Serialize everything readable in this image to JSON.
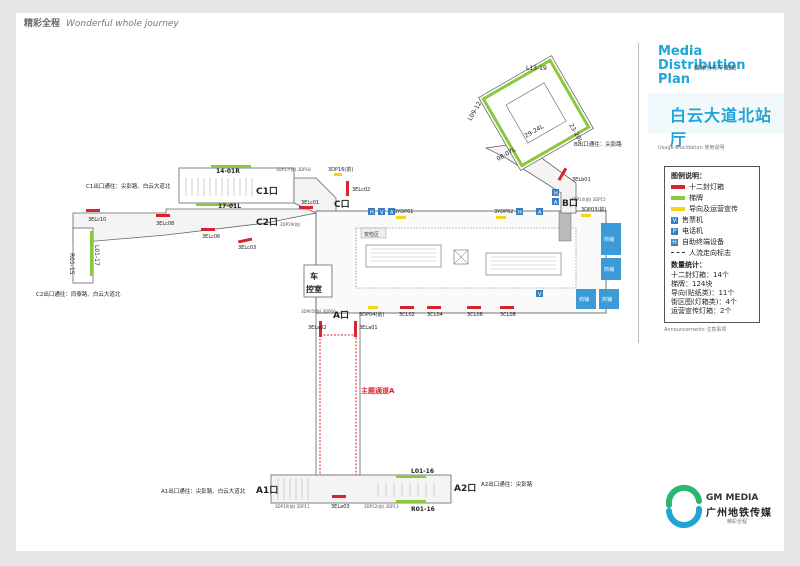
{
  "header": {
    "brand": "精彩全程",
    "slogan": "Wonderful whole journey"
  },
  "title": {
    "line1": "Media Distribution",
    "line2": "Plan",
    "subtitle_zh": "媒体分布平面图"
  },
  "station_name": "白云大道北站厅",
  "usage_label": "Usage elucidation  使用说明",
  "announcements_label": "Announcements  注意事项",
  "legend": {
    "title": "图例说明：",
    "items": [
      {
        "label": "十二封灯箱",
        "color": "#d9232e"
      },
      {
        "label": "梯牌",
        "color": "#8dc63f"
      },
      {
        "label": "导向及运营宣传",
        "color": "#f3d31b"
      },
      {
        "label": "售票机",
        "code": "V"
      },
      {
        "label": "电话机",
        "code": "P"
      },
      {
        "label": "自助终端设备",
        "code": "H"
      },
      {
        "label": "人流走向标志"
      }
    ],
    "stats_title": "数量统计：",
    "stats": [
      "十二封灯箱：14个",
      "梯牌：124块",
      "导向(贴纸类)：11个",
      "街区图(灯箱类)：4个",
      "运营宣传灯箱：2个"
    ]
  },
  "logo": {
    "brand": "GM MEDIA",
    "name_zh": "广州地铁传媒",
    "sub": "精彩全程"
  },
  "map": {
    "exits": {
      "c1": "C1口",
      "c2": "C2口",
      "c": "C口",
      "a": "A口",
      "b": "B口",
      "a1": "A1口",
      "a2": "A2口"
    },
    "exit_notes": {
      "c1": "C1出口通往：尖彭路、白云大道北",
      "c2": "C2出口通往：同泰路、白云大道北",
      "b": "B出口通往：尖彭路",
      "a1": "A1出口通往：尖彭路、白云大道北",
      "a2": "A2出口通往：尖彭路"
    },
    "room_control": "车控室",
    "room_security": "安检区",
    "room_shop": "商铺",
    "channel_label": "主题通道A",
    "stair_labels": [
      "14-01R",
      "17-01L",
      "R01-15",
      "L01-17",
      "L13-19",
      "L09-12",
      "23-20L",
      "29-24L",
      "08-07L",
      "L01-16",
      "R01-16"
    ],
    "box_labels": [
      "3ELc02",
      "3ELc01",
      "3ELc10",
      "3ELc08",
      "3ELc06",
      "3ELc03",
      "3ELa02",
      "3ELa01",
      "3ELb01",
      "3ELa03",
      "3CL02",
      "3CL04",
      "3CL06",
      "3CL08"
    ],
    "dp_labels": [
      "3DP16(前)",
      "3YDP01",
      "3YDP02",
      "3DP03(前)",
      "3DP04(前)"
    ],
    "equip_codes": [
      "H",
      "V",
      "A",
      "H",
      "A",
      "H",
      "A",
      "V"
    ],
    "small_notes": [
      "3DP17(前) 3DP18",
      "3DP19(前)",
      "3DP05(前) 3DP06",
      "3DP14(前) 3DP15",
      "3DP10(前) 3DP11",
      "3DP12(前) 3DP13"
    ]
  }
}
